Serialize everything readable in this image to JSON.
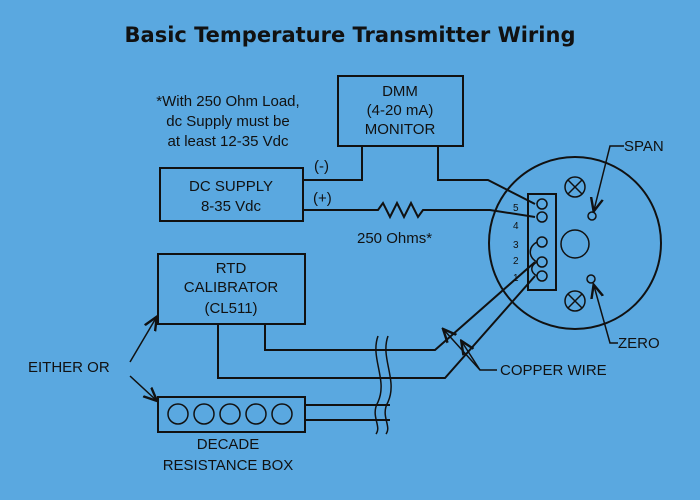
{
  "title": "Basic Temperature Transmitter Wiring",
  "note": {
    "line1": "*With 250 Ohm Load,",
    "line2": "dc Supply must be",
    "line3": "at least 12-35 Vdc"
  },
  "dmm": {
    "line1": "DMM",
    "line2": "(4-20 mA)",
    "line3": "MONITOR"
  },
  "dc_supply": {
    "line1": "DC SUPPLY",
    "line2": "8-35 Vdc",
    "minus": "(-)",
    "plus": "(+)"
  },
  "resistor_label": "250 Ohms*",
  "calibrator": {
    "line1": "RTD",
    "line2": "CALIBRATOR",
    "line3": "(CL511)"
  },
  "decade_box": {
    "line1": "DECADE",
    "line2": "RESISTANCE BOX"
  },
  "either_or": "EITHER OR",
  "copper_wire": "COPPER WIRE",
  "span": "SPAN",
  "zero": "ZERO",
  "terminals": [
    "5",
    "4",
    "3",
    "2",
    "1"
  ],
  "colors": {
    "background": "#5aa8e0",
    "ink": "#111111"
  }
}
